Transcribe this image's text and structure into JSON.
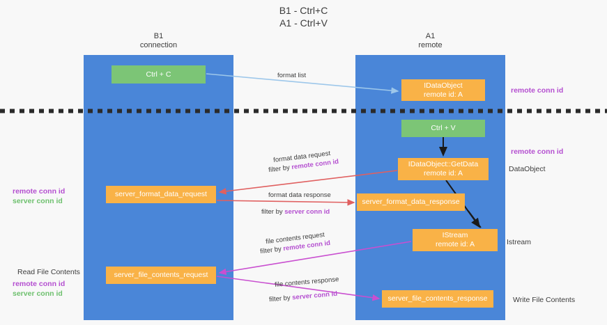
{
  "title": {
    "line1": "B1 - Ctrl+C",
    "line2": "A1 - Ctrl+V"
  },
  "columns": [
    {
      "id": "b1",
      "name": "B1",
      "role": "connection"
    },
    {
      "id": "a1",
      "name": "A1",
      "role": "remote"
    }
  ],
  "boxes": {
    "ctrl_c": {
      "line1": "Ctrl + C",
      "line2": "",
      "color": "#7cc576"
    },
    "idataobject": {
      "line1": "IDataObject",
      "line2": "remote id: A",
      "color": "#f9b247"
    },
    "ctrl_v": {
      "line1": "Ctrl + V",
      "line2": "",
      "color": "#7cc576"
    },
    "getdata": {
      "line1": "IDataObject::GetData",
      "line2": "remote id: A",
      "color": "#f9b247"
    },
    "server_format_data_request": {
      "line1": "server_format_data_request",
      "line2": "",
      "color": "#f9b247"
    },
    "server_format_data_response": {
      "line1": "server_format_data_response",
      "line2": "",
      "color": "#f9b247"
    },
    "istream": {
      "line1": "IStream",
      "line2": "remote id: A",
      "color": "#f9b247"
    },
    "server_file_contents_request": {
      "line1": "server_file_contents_request",
      "line2": "",
      "color": "#f9b247"
    },
    "server_file_contents_response": {
      "line1": "server_file_contents_response",
      "line2": "",
      "color": "#f9b247"
    }
  },
  "edges": [
    {
      "id": "format_list",
      "label": "format list",
      "filter": "",
      "filter_key": "",
      "color": "#9dc7ea"
    },
    {
      "id": "format_data_request",
      "label": "format data request",
      "filter": "filter by ",
      "filter_key": "remote conn id",
      "color": "#e06060"
    },
    {
      "id": "format_data_response",
      "label": "format data response",
      "filter": "filter by ",
      "filter_key": "server conn id",
      "color": "#e06060"
    },
    {
      "id": "file_contents_request",
      "label": "file contents request",
      "filter": "filter by ",
      "filter_key": "remote conn id",
      "color": "#c94fd0"
    },
    {
      "id": "file_contents_response",
      "label": "file contents response",
      "filter": "filter by ",
      "filter_key": "server conn id",
      "color": "#c94fd0"
    }
  ],
  "side_labels": {
    "remote_conn_id_top": "remote conn id",
    "remote_conn_id_mid": "remote conn id",
    "dataobject": "DataObject",
    "istream": "Istream",
    "write_file_contents": "Write File Contents",
    "read_file_contents": "Read File Contents"
  },
  "legend": {
    "remote": "remote conn id",
    "server": "server conn id",
    "remote_color": "#b44fd0",
    "server_color": "#6ec06e"
  },
  "colors": {
    "lane": "#4a86d8",
    "box_green": "#7cc576",
    "box_orange": "#f9b247",
    "divider": "#2b2b2b",
    "background": "#f8f8f8"
  }
}
